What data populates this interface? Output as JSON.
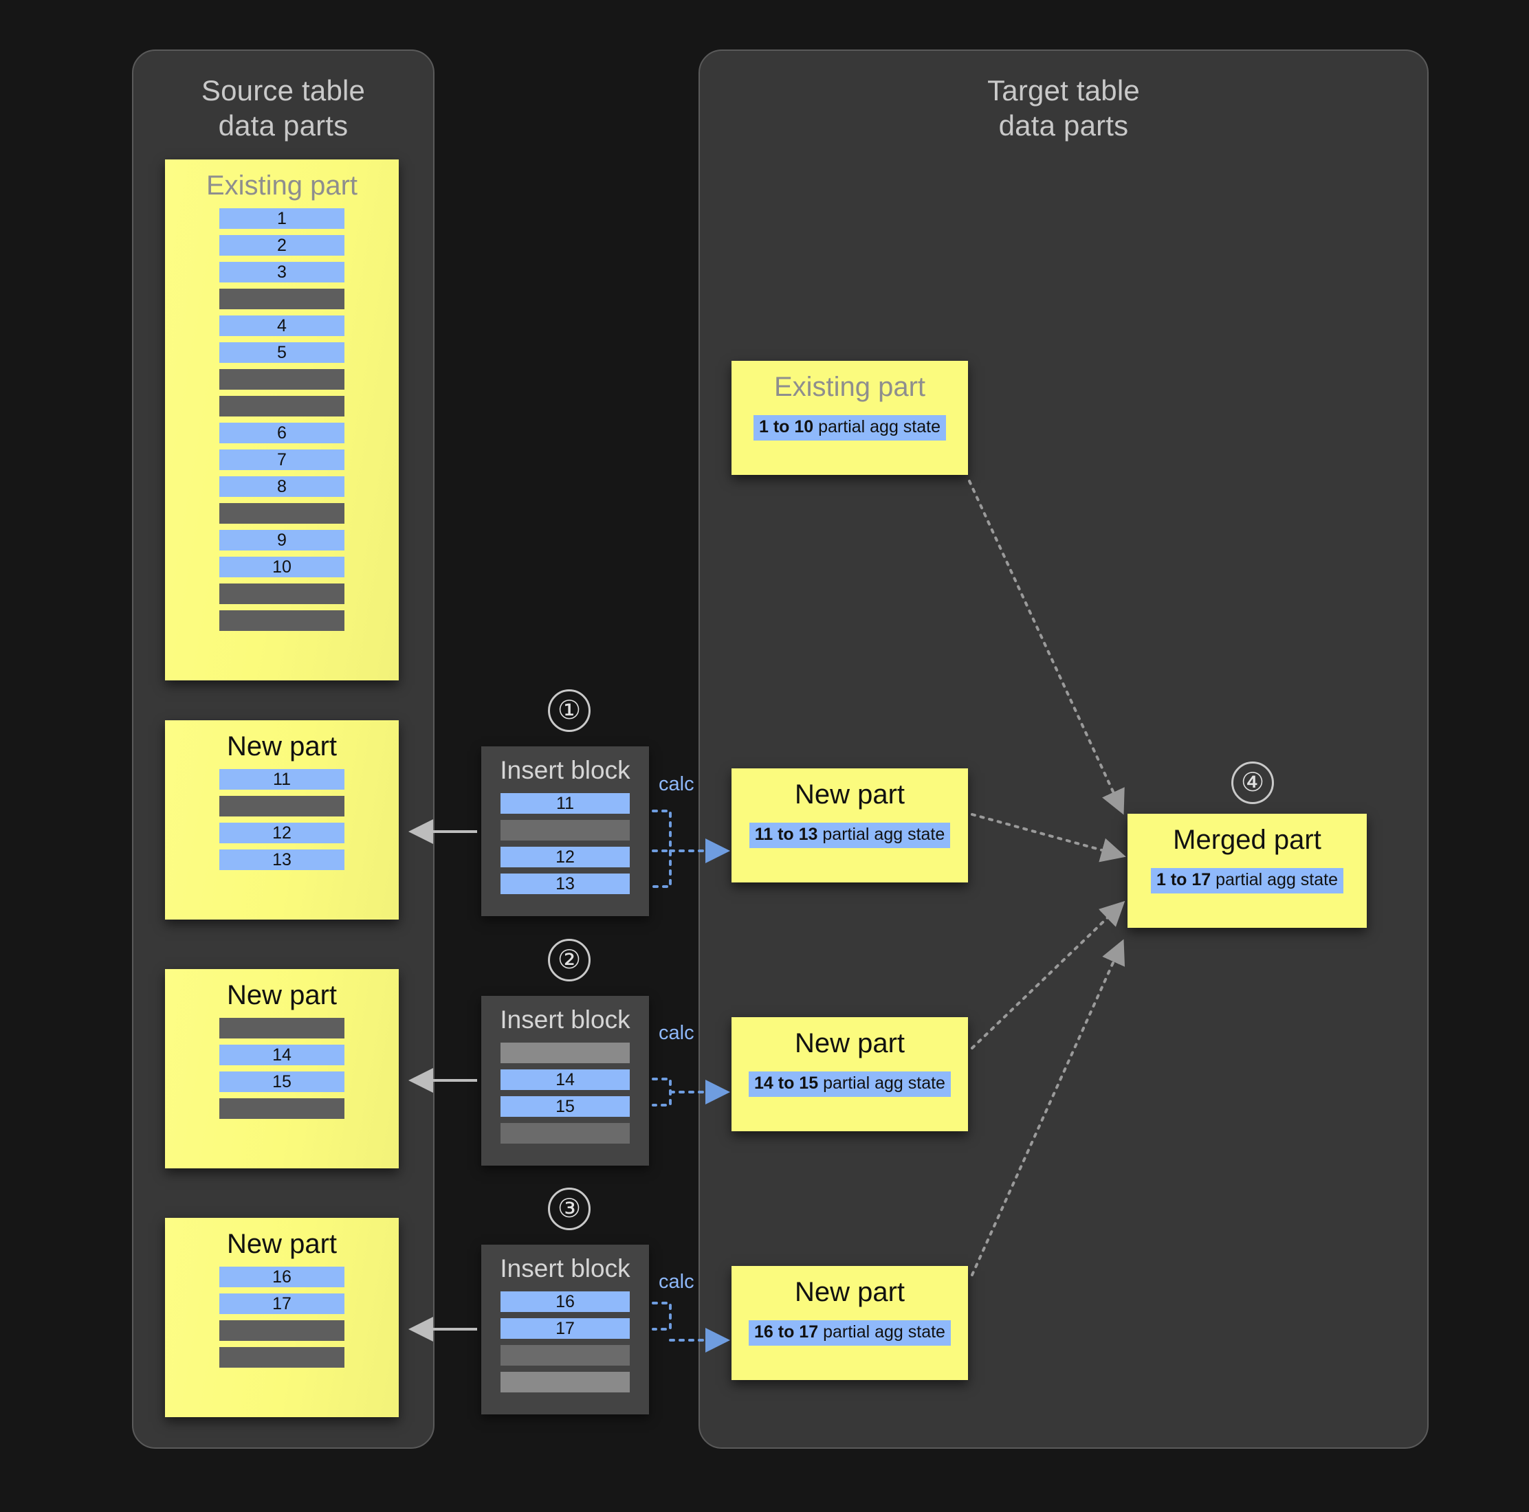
{
  "source_panel": {
    "title": "Source table\ndata parts"
  },
  "target_panel": {
    "title": "Target table\ndata parts"
  },
  "labels": {
    "existing_part": "Existing part",
    "new_part": "New part",
    "merged_part": "Merged part",
    "insert_block": "Insert block",
    "calc": "calc"
  },
  "steps": {
    "one": "①",
    "two": "②",
    "three": "③",
    "four": "④"
  },
  "source": {
    "existing_part": {
      "title": "Existing part",
      "rows": [
        {
          "type": "blue",
          "value": "1"
        },
        {
          "type": "blue",
          "value": "2"
        },
        {
          "type": "blue",
          "value": "3"
        },
        {
          "type": "gray",
          "value": ""
        },
        {
          "type": "blue",
          "value": "4"
        },
        {
          "type": "blue",
          "value": "5"
        },
        {
          "type": "gray",
          "value": ""
        },
        {
          "type": "gray",
          "value": ""
        },
        {
          "type": "blue",
          "value": "6"
        },
        {
          "type": "blue",
          "value": "7"
        },
        {
          "type": "blue",
          "value": "8"
        },
        {
          "type": "gray",
          "value": ""
        },
        {
          "type": "blue",
          "value": "9"
        },
        {
          "type": "blue",
          "value": "10"
        },
        {
          "type": "gray",
          "value": ""
        },
        {
          "type": "gray",
          "value": ""
        }
      ]
    },
    "new_parts": [
      {
        "title": "New part",
        "rows": [
          {
            "type": "blue",
            "value": "11"
          },
          {
            "type": "gray",
            "value": ""
          },
          {
            "type": "blue",
            "value": "12"
          },
          {
            "type": "blue",
            "value": "13"
          }
        ]
      },
      {
        "title": "New part",
        "rows": [
          {
            "type": "gray",
            "value": ""
          },
          {
            "type": "blue",
            "value": "14"
          },
          {
            "type": "blue",
            "value": "15"
          },
          {
            "type": "gray",
            "value": ""
          }
        ]
      },
      {
        "title": "New part",
        "rows": [
          {
            "type": "blue",
            "value": "16"
          },
          {
            "type": "blue",
            "value": "17"
          },
          {
            "type": "gray",
            "value": ""
          },
          {
            "type": "gray",
            "value": ""
          }
        ]
      }
    ]
  },
  "insert_blocks": [
    {
      "step": "①",
      "title": "Insert block",
      "calc": "calc",
      "rows": [
        {
          "type": "blue",
          "value": "11"
        },
        {
          "type": "gray",
          "value": ""
        },
        {
          "type": "blue",
          "value": "12"
        },
        {
          "type": "blue",
          "value": "13"
        }
      ]
    },
    {
      "step": "②",
      "title": "Insert block",
      "calc": "calc",
      "rows": [
        {
          "type": "gray-lite",
          "value": ""
        },
        {
          "type": "blue",
          "value": "14"
        },
        {
          "type": "blue",
          "value": "15"
        },
        {
          "type": "gray",
          "value": ""
        }
      ]
    },
    {
      "step": "③",
      "title": "Insert block",
      "calc": "calc",
      "rows": [
        {
          "type": "blue",
          "value": "16"
        },
        {
          "type": "blue",
          "value": "17"
        },
        {
          "type": "gray",
          "value": ""
        },
        {
          "type": "gray-lite",
          "value": ""
        }
      ]
    }
  ],
  "target": {
    "existing_part": {
      "title": "Existing part",
      "agg_range": "1 to 10",
      "agg_suffix": " partial agg state"
    },
    "new_parts": [
      {
        "title": "New part",
        "agg_range": "11 to 13",
        "agg_suffix": " partial agg state"
      },
      {
        "title": "New part",
        "agg_range": "14 to 15",
        "agg_suffix": " partial agg state"
      },
      {
        "title": "New part",
        "agg_range": "16 to 17",
        "agg_suffix": " partial agg state"
      }
    ],
    "merged_part": {
      "step": "④",
      "title": "Merged part",
      "agg_range": "1 to 17",
      "agg_suffix": " partial agg state"
    }
  },
  "colors": {
    "card": "#fbfb7e",
    "row_blue": "#8fb9fb",
    "row_gray": "#5e5e5e",
    "panel_bg": "#383838",
    "page_bg": "#161616",
    "accent_blue": "#8fb9fb",
    "arrow_gray": "#bdbdbd",
    "dotted_blue": "#6f9de0"
  }
}
